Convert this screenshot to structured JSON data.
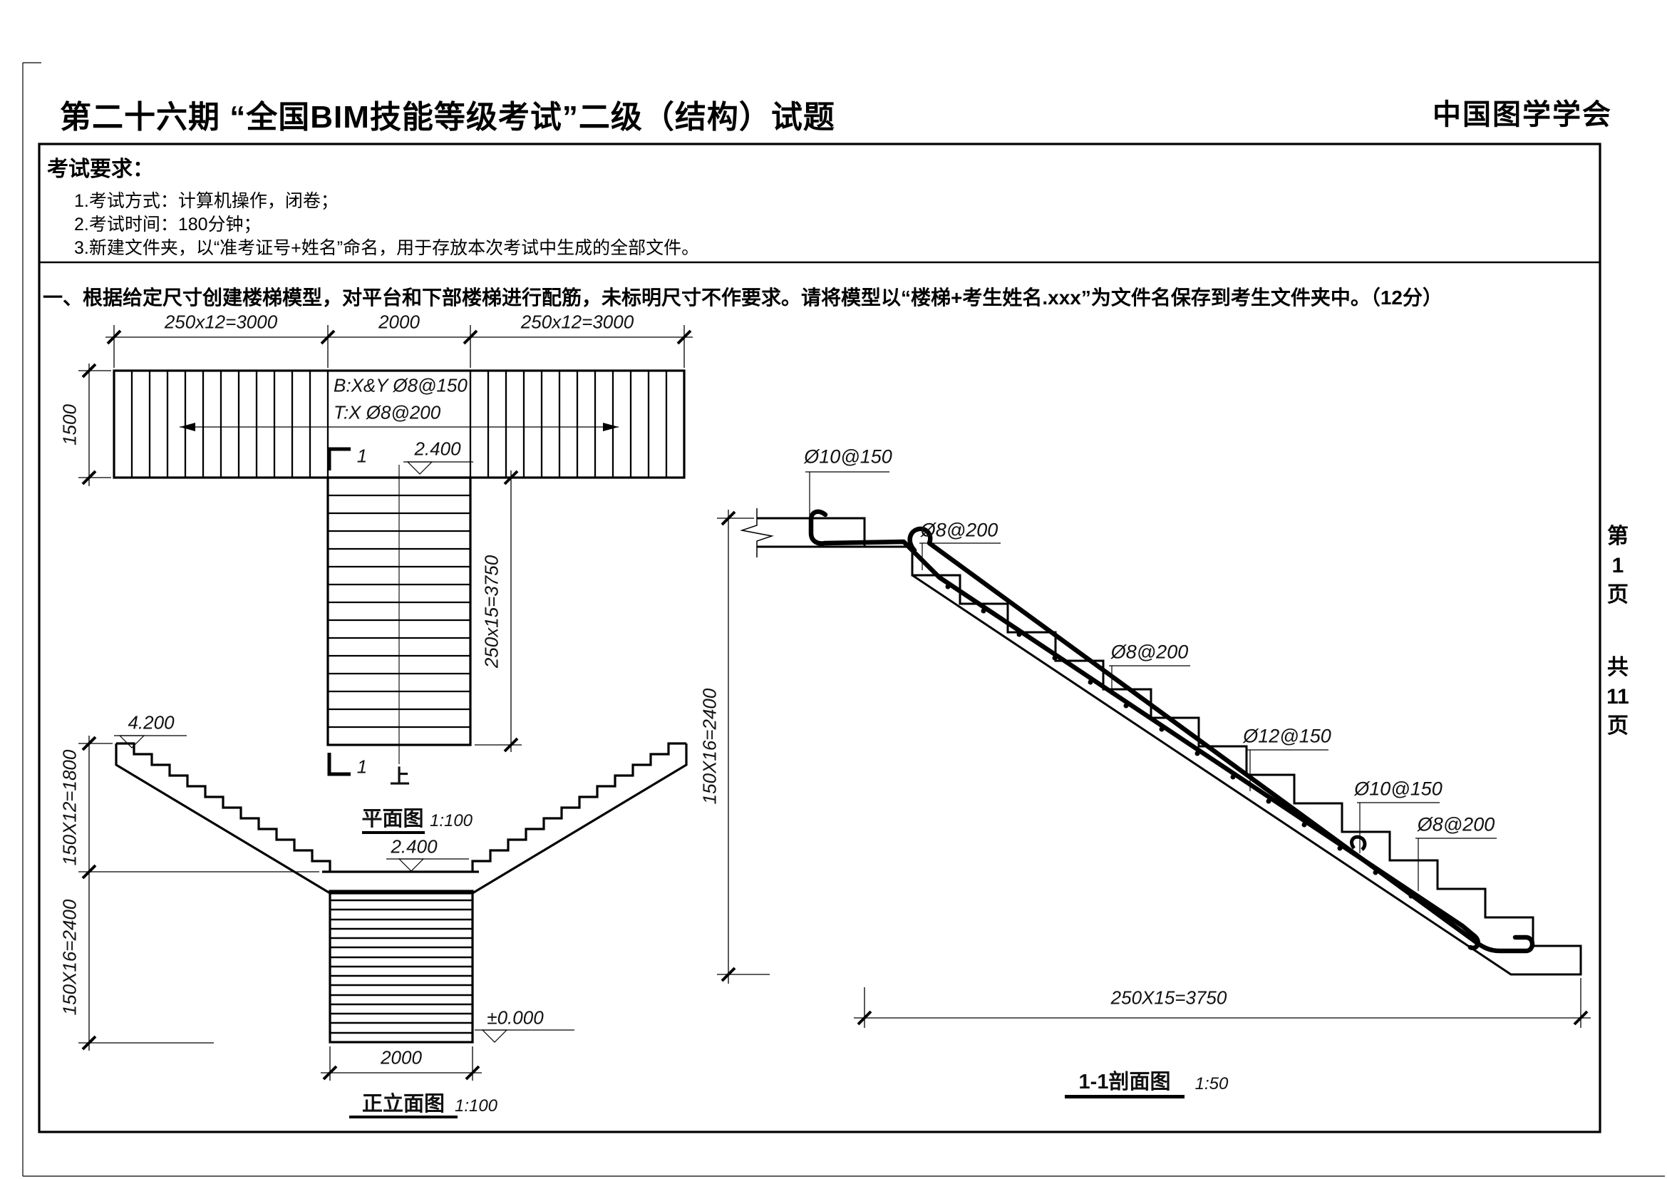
{
  "colors": {
    "ink": "#000000",
    "paper": "#ffffff"
  },
  "header": {
    "title": "第二十六期 “全国BIM技能等级考试”二级（结构）试题",
    "society": "中国图学学会"
  },
  "page_margin": {
    "cur": [
      "第",
      "1",
      "页"
    ],
    "tot": [
      "共",
      "11",
      "页"
    ]
  },
  "requirements": {
    "heading": "考试要求：",
    "items": [
      "1.考试方式：计算机操作，闭卷；",
      "2.考试时间：180分钟；",
      "3.新建文件夹，以“准考证号+姓名”命名，用于存放本次考试中生成的全部文件。"
    ]
  },
  "question": "一、根据给定尺寸创建楼梯模型，对平台和下部楼梯进行配筋，未标明尺寸不作要求。请将模型以“楼梯+考生姓名.xxx”为文件名保存到考生文件夹中。（12分）",
  "plan": {
    "title": "平面图",
    "scale": "1:100",
    "dim_top_left": "250x12=3000",
    "dim_top_mid": "2000",
    "dim_top_right": "250x12=3000",
    "dim_left": "1500",
    "dim_flight": "250x15=3750",
    "level": "2.400",
    "rebar_bottom": "B:X&Y Ø8@150",
    "rebar_top": "T:X Ø8@200",
    "up": "上",
    "cut_number": "1"
  },
  "elevation": {
    "title": "正立面图",
    "scale": "1:100",
    "level_top": "4.200",
    "level_platform": "2.400",
    "level_ground": "±0.000",
    "dim_upper_flight": "150X12=1800",
    "dim_lower_flight": "150X16=2400",
    "dim_width": "2000"
  },
  "section": {
    "title": "1-1剖面图",
    "scale": "1:50",
    "dim_height": "150X16=2400",
    "dim_run": "250X15=3750",
    "rebar_labels": [
      "Ø10@150",
      "Ø8@200",
      "Ø8@200",
      "Ø12@150",
      "Ø10@150",
      "Ø8@200"
    ]
  }
}
